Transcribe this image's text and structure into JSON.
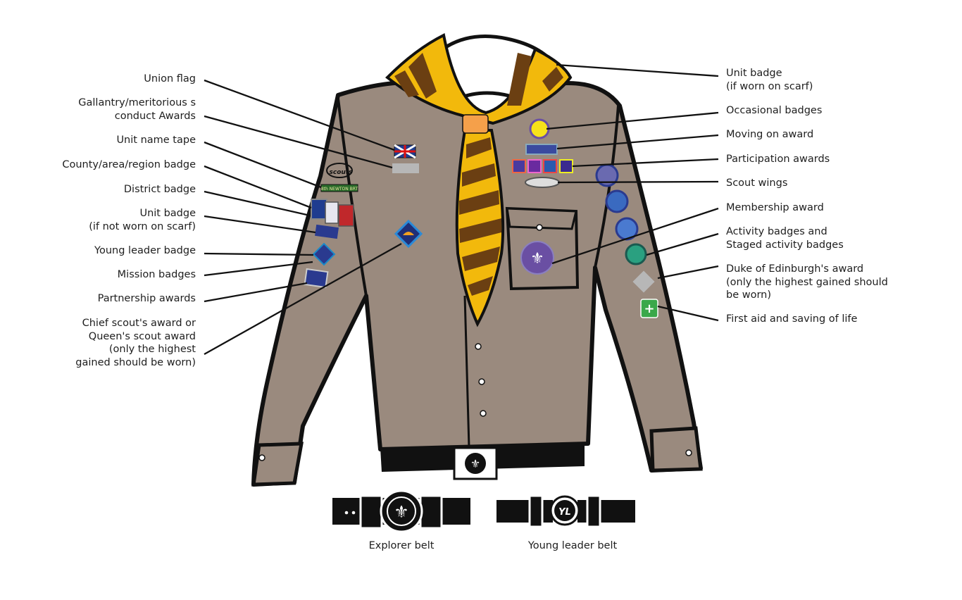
{
  "left_labels": [
    {
      "id": "union-flag",
      "lines": [
        "Union flag"
      ]
    },
    {
      "id": "gallantry-awards",
      "lines": [
        "Gallantry/meritorious s",
        "conduct Awards"
      ]
    },
    {
      "id": "unit-name-tape",
      "lines": [
        "Unit name tape"
      ]
    },
    {
      "id": "county-badge",
      "lines": [
        "County/area/region badge"
      ]
    },
    {
      "id": "district-badge",
      "lines": [
        "District badge"
      ]
    },
    {
      "id": "unit-badge-not-scarf",
      "lines": [
        "Unit badge",
        "(if not worn on scarf)"
      ]
    },
    {
      "id": "young-leader-badge",
      "lines": [
        "Young leader badge"
      ]
    },
    {
      "id": "mission-badges",
      "lines": [
        "Mission badges"
      ]
    },
    {
      "id": "partnership-awards",
      "lines": [
        "Partnership awards"
      ]
    },
    {
      "id": "chief-scout-award",
      "lines": [
        "Chief scout's award or",
        "Queen's scout award",
        "(only the highest",
        "gained should be worn)"
      ]
    }
  ],
  "right_labels": [
    {
      "id": "unit-badge-scarf",
      "lines": [
        "Unit badge",
        "(if worn on scarf)"
      ]
    },
    {
      "id": "occasional-badges",
      "lines": [
        "Occasional badges"
      ]
    },
    {
      "id": "moving-on-award",
      "lines": [
        "Moving on award"
      ]
    },
    {
      "id": "participation-awards",
      "lines": [
        "Participation awards"
      ]
    },
    {
      "id": "scout-wings",
      "lines": [
        "Scout wings"
      ]
    },
    {
      "id": "membership-award",
      "lines": [
        "Membership award"
      ]
    },
    {
      "id": "activity-badges",
      "lines": [
        "Activity badges and",
        "Staged activity badges"
      ]
    },
    {
      "id": "duke-of-edinburgh",
      "lines": [
        "Duke of Edinburgh's award",
        "(only the highest gained should",
        "be worn)"
      ]
    },
    {
      "id": "first-aid",
      "lines": [
        "First aid and saving of life"
      ]
    }
  ],
  "belts": {
    "explorer": "Explorer belt",
    "young_leader": "Young leader belt",
    "yl_mark": "YL"
  },
  "patch_texts": {
    "scouts_logo": "scouts",
    "name_tape": "8th NEWTON BRT"
  },
  "colors": {
    "shirt": "#9a8a7e",
    "outline": "#111111",
    "scarf_yellow": "#f2b90c",
    "scarf_brown": "#6b3f12",
    "woggle": "#f5a04a",
    "purple_badge": "#6a4fa3",
    "yellow_badge": "#f7e21a",
    "first_aid_green": "#3aa84a",
    "doe_grey": "#b7b7b7"
  }
}
